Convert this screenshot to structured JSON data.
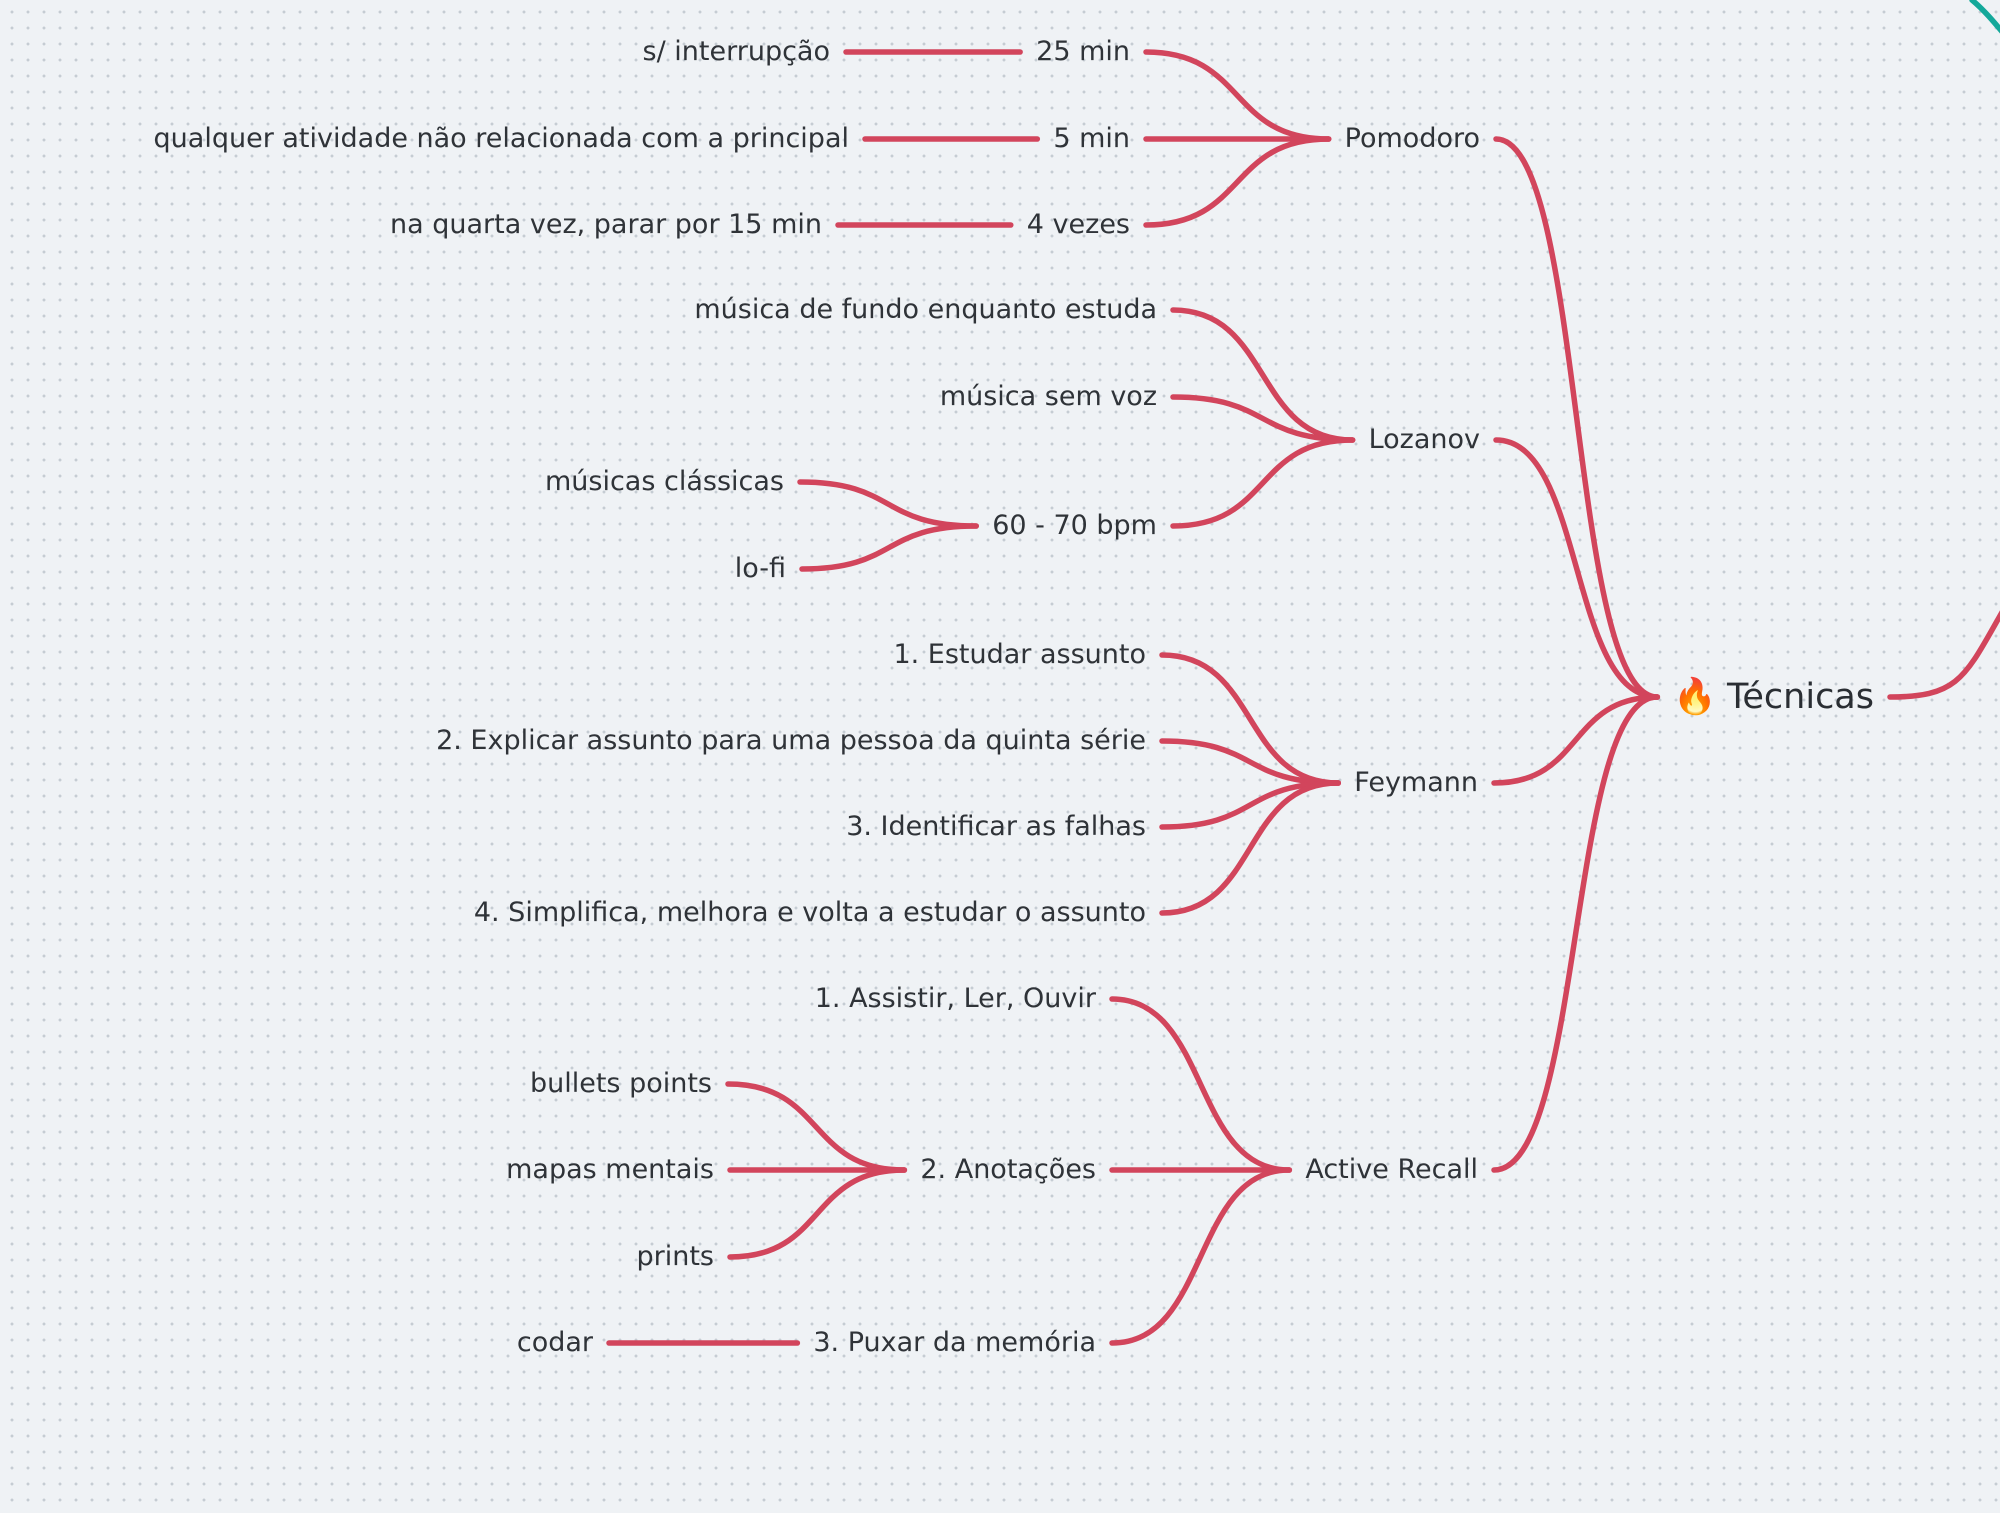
{
  "root": {
    "icon": "fire-icon",
    "emoji": "🔥",
    "label": "Técnicas"
  },
  "nodes": [
    {
      "id": "pomodoro",
      "label": "Pomodoro"
    },
    {
      "id": "pom-25",
      "label": "25 min"
    },
    {
      "id": "pom-25-note",
      "label": "s/ interrupção"
    },
    {
      "id": "pom-5",
      "label": "5 min"
    },
    {
      "id": "pom-5-note",
      "label": "qualquer atividade não relacionada com a principal"
    },
    {
      "id": "pom-4",
      "label": "4 vezes"
    },
    {
      "id": "pom-4-note",
      "label": "na quarta vez, parar por 15 min"
    },
    {
      "id": "lozanov",
      "label": "Lozanov"
    },
    {
      "id": "loz-fundo",
      "label": "música de fundo enquanto estuda"
    },
    {
      "id": "loz-semvoz",
      "label": "música sem voz"
    },
    {
      "id": "loz-bpm",
      "label": "60 - 70 bpm"
    },
    {
      "id": "loz-classicas",
      "label": "músicas clássicas"
    },
    {
      "id": "loz-lofi",
      "label": "lo-fi"
    },
    {
      "id": "feymann",
      "label": "Feymann"
    },
    {
      "id": "fey-1",
      "label": "1. Estudar assunto"
    },
    {
      "id": "fey-2",
      "label": "2. Explicar assunto para uma pessoa da quinta série"
    },
    {
      "id": "fey-3",
      "label": "3. Identificar as falhas"
    },
    {
      "id": "fey-4",
      "label": "4. Simplifica, melhora e volta a estudar o assunto"
    },
    {
      "id": "active",
      "label": "Active Recall"
    },
    {
      "id": "ar-1",
      "label": "1. Assistir, Ler, Ouvir"
    },
    {
      "id": "ar-2",
      "label": "2. Anotações"
    },
    {
      "id": "ar-bullets",
      "label": "bullets points"
    },
    {
      "id": "ar-mapas",
      "label": "mapas mentais"
    },
    {
      "id": "ar-prints",
      "label": "prints"
    },
    {
      "id": "ar-3",
      "label": "3.  Puxar da memória"
    },
    {
      "id": "ar-codar",
      "label": "codar"
    }
  ],
  "edges": [
    [
      "root",
      "pomodoro"
    ],
    [
      "root",
      "lozanov"
    ],
    [
      "root",
      "feymann"
    ],
    [
      "root",
      "active"
    ],
    [
      "pomodoro",
      "pom-25"
    ],
    [
      "pomodoro",
      "pom-5"
    ],
    [
      "pomodoro",
      "pom-4"
    ],
    [
      "pom-25",
      "pom-25-note"
    ],
    [
      "pom-5",
      "pom-5-note"
    ],
    [
      "pom-4",
      "pom-4-note"
    ],
    [
      "lozanov",
      "loz-fundo"
    ],
    [
      "lozanov",
      "loz-semvoz"
    ],
    [
      "lozanov",
      "loz-bpm"
    ],
    [
      "loz-bpm",
      "loz-classicas"
    ],
    [
      "loz-bpm",
      "loz-lofi"
    ],
    [
      "feymann",
      "fey-1"
    ],
    [
      "feymann",
      "fey-2"
    ],
    [
      "feymann",
      "fey-3"
    ],
    [
      "feymann",
      "fey-4"
    ],
    [
      "active",
      "ar-1"
    ],
    [
      "active",
      "ar-2"
    ],
    [
      "active",
      "ar-3"
    ],
    [
      "ar-2",
      "ar-bullets"
    ],
    [
      "ar-2",
      "ar-mapas"
    ],
    [
      "ar-2",
      "ar-prints"
    ],
    [
      "ar-3",
      "ar-codar"
    ]
  ],
  "colors": {
    "background": "#eff2f5",
    "grid_dot": "#c5ccd3",
    "branch": "#d2455c",
    "offscreen_branch": "#14a89a",
    "text": "#2f3338"
  }
}
